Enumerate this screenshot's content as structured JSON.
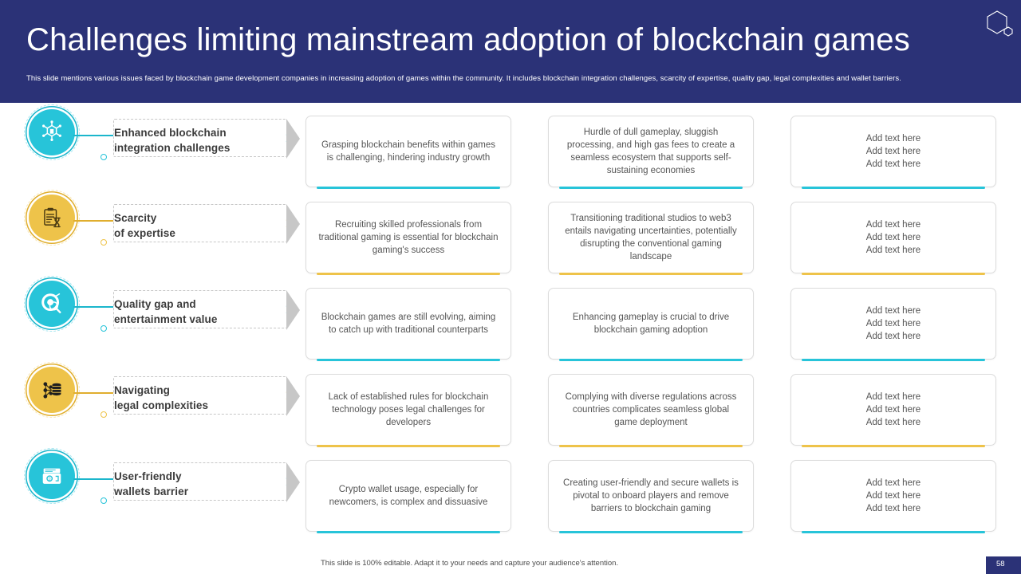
{
  "header": {
    "title": "Challenges limiting mainstream adoption of blockchain games",
    "subtitle": "This slide mentions various issues faced by blockchain game development companies in increasing adoption of games within the community. It includes blockchain integration challenges, scarcity of expertise, quality gap, legal complexities and wallet barriers.",
    "background_color": "#2b3277",
    "logo_icon": "hexagon-logo-icon"
  },
  "colors": {
    "cyan": "#27c4d9",
    "cyan_dark": "#1bb6cc",
    "gold": "#eec34a",
    "gold_dark": "#e0ae2e",
    "navy": "#2b3277",
    "card_border": "#dcdcdc",
    "body_text": "#555555"
  },
  "rail": {
    "items": [
      {
        "label_line1": "Enhanced blockchain",
        "label_line2": "integration challenges",
        "icon": "blockchain-network-icon",
        "accent": "#27c4d9"
      },
      {
        "label_line1": "Scarcity",
        "label_line2": "of expertise",
        "icon": "clipboard-hourglass-icon",
        "accent": "#eec34a"
      },
      {
        "label_line1": "Quality gap and",
        "label_line2": "entertainment value",
        "icon": "target-magnifier-icon",
        "accent": "#27c4d9"
      },
      {
        "label_line1": "Navigating",
        "label_line2": "legal complexities",
        "icon": "network-database-icon",
        "accent": "#eec34a"
      },
      {
        "label_line1": "User-friendly",
        "label_line2": "wallets barrier",
        "icon": "wallet-icon",
        "accent": "#27c4d9"
      }
    ]
  },
  "grid": {
    "rows": [
      {
        "accent": "#27c4d9",
        "cards": [
          {
            "text": "Grasping blockchain benefits within games is challenging, hindering industry growth"
          },
          {
            "text": "Hurdle of dull gameplay, sluggish processing, and high gas fees to create a seamless ecosystem that supports self-sustaining economies"
          },
          {
            "text": "Add text here\nAdd text here\nAdd text here"
          }
        ]
      },
      {
        "accent": "#eec34a",
        "cards": [
          {
            "text": "Recruiting skilled professionals from traditional gaming is essential for blockchain gaming's success"
          },
          {
            "text": "Transitioning traditional studios to web3 entails navigating uncertainties, potentially disrupting the conventional gaming landscape"
          },
          {
            "text": "Add text here\nAdd text here\nAdd text here"
          }
        ]
      },
      {
        "accent": "#27c4d9",
        "cards": [
          {
            "text": "Blockchain games are still evolving, aiming to catch up with traditional counterparts"
          },
          {
            "text": "Enhancing gameplay is crucial to drive blockchain gaming adoption"
          },
          {
            "text": "Add text here\nAdd text here\nAdd text here"
          }
        ]
      },
      {
        "accent": "#eec34a",
        "cards": [
          {
            "text": "Lack of established rules for blockchain technology poses legal challenges for developers"
          },
          {
            "text": "Complying with diverse regulations across countries complicates seamless global game deployment"
          },
          {
            "text": "Add text here\nAdd text here\nAdd text here"
          }
        ]
      },
      {
        "accent": "#27c4d9",
        "cards": [
          {
            "text": "Crypto wallet usage, especially for newcomers, is complex and dissuasive"
          },
          {
            "text": "Creating user-friendly and secure wallets is pivotal to onboard players and remove barriers to blockchain gaming"
          },
          {
            "text": "Add text here\nAdd text here\nAdd text here"
          }
        ]
      }
    ]
  },
  "footer": {
    "note": "This slide is 100% editable. Adapt it to your needs and capture your audience's attention.",
    "page_number": "58"
  }
}
